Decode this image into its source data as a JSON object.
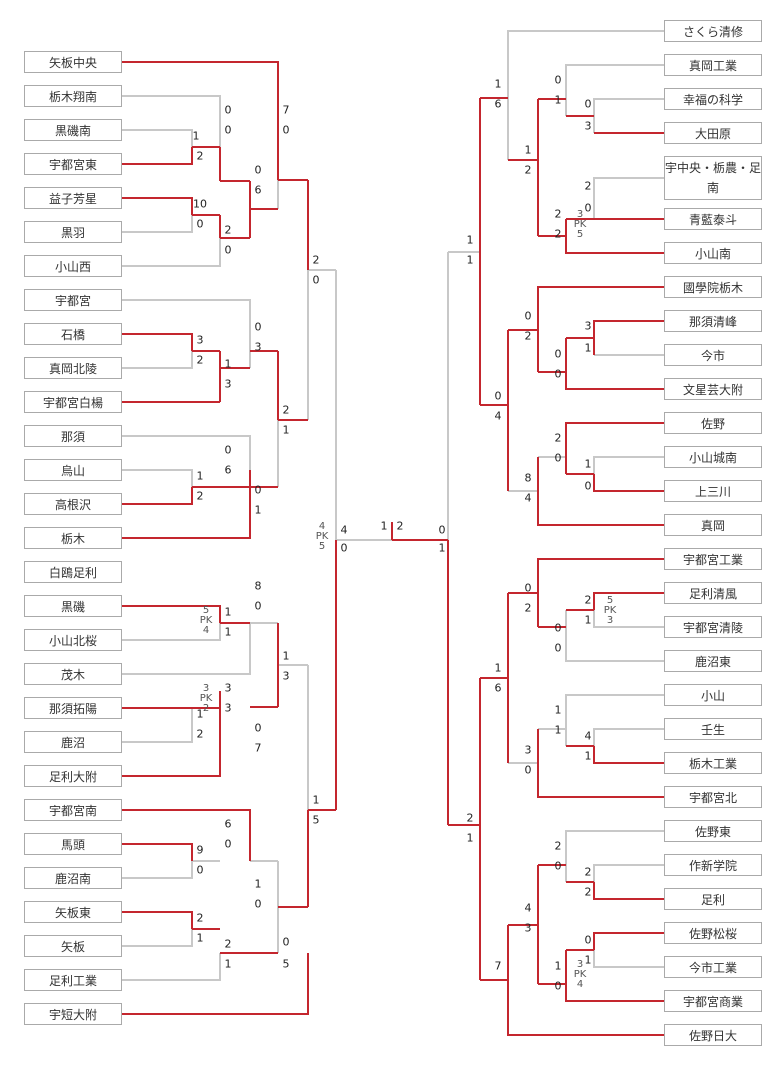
{
  "teams": {
    "L01": "矢板中央",
    "L02": "栃木翔南",
    "L03": "黒磯南",
    "L04": "宇都宮東",
    "L05": "益子芳星",
    "L06": "黒羽",
    "L07": "小山西",
    "L08": "宇都宮",
    "L09": "石橋",
    "L10": "真岡北陵",
    "L11": "宇都宮白楊",
    "L12": "那須",
    "L13": "烏山",
    "L14": "高根沢",
    "L15": "栃木",
    "L16": "白鴎足利",
    "L17": "黒磯",
    "L18": "小山北桜",
    "L19": "茂木",
    "L20": "那須拓陽",
    "L21": "鹿沼",
    "L22": "足利大附",
    "L23": "宇都宮南",
    "L24": "馬頭",
    "L25": "鹿沼南",
    "L26": "矢板東",
    "L27": "矢板",
    "L28": "足利工業",
    "L29": "宇短大附",
    "R01": "さくら清修",
    "R02": "真岡工業",
    "R03": "幸福の科学",
    "R04": "大田原",
    "R05": "宇中央・栃農・足南",
    "R06": "青藍泰斗",
    "R07": "小山南",
    "R08": "國學院栃木",
    "R09": "那須清峰",
    "R10": "今市",
    "R11": "文星芸大附",
    "R12": "佐野",
    "R13": "小山城南",
    "R14": "上三川",
    "R15": "真岡",
    "R16": "宇都宮工業",
    "R17": "足利清風",
    "R18": "宇都宮清陵",
    "R19": "鹿沼東",
    "R20": "小山",
    "R21": "壬生",
    "R22": "栃木工業",
    "R23": "宇都宮北",
    "R24": "佐野東",
    "R25": "作新学院",
    "R26": "足利",
    "R27": "佐野松桜",
    "R28": "今市工業",
    "R29": "宇都宮商業",
    "R30": "佐野日大"
  },
  "scores": [
    "7",
    "0",
    "0",
    "0",
    "1",
    "2",
    "0",
    "6",
    "10",
    "0",
    "2",
    "0",
    "2",
    "0",
    "0",
    "3",
    "3",
    "2",
    "1",
    "3",
    "2",
    "1",
    "0",
    "6",
    "1",
    "2",
    "0",
    "1",
    "4",
    "0",
    "8",
    "0",
    "1",
    "1",
    "1",
    "3",
    "3",
    "3",
    "1",
    "2",
    "0",
    "7",
    "1",
    "5",
    "6",
    "0",
    "9",
    "0",
    "1",
    "0",
    "2",
    "1",
    "2",
    "1",
    "0",
    "5",
    "1",
    "2",
    "0",
    "1",
    "1",
    "6",
    "0",
    "1",
    "0",
    "3",
    "1",
    "2",
    "2",
    "2",
    "2",
    "0",
    "1",
    "1",
    "0",
    "2",
    "0",
    "0",
    "3",
    "1",
    "0",
    "4",
    "2",
    "0",
    "1",
    "0",
    "8",
    "4",
    "1",
    "6",
    "0",
    "2",
    "2",
    "1",
    "0",
    "0",
    "1",
    "1",
    "4",
    "1",
    "3",
    "0",
    "2",
    "1",
    "2",
    "0",
    "2",
    "2",
    "4",
    "3",
    "0",
    "1",
    "1",
    "0",
    "7"
  ],
  "pk": [
    "4\nPK\n5",
    "5\nPK\n4",
    "3\nPK\n2",
    "3\nPK\n5",
    "5\nPK\n3",
    "3\nPK\n4"
  ]
}
